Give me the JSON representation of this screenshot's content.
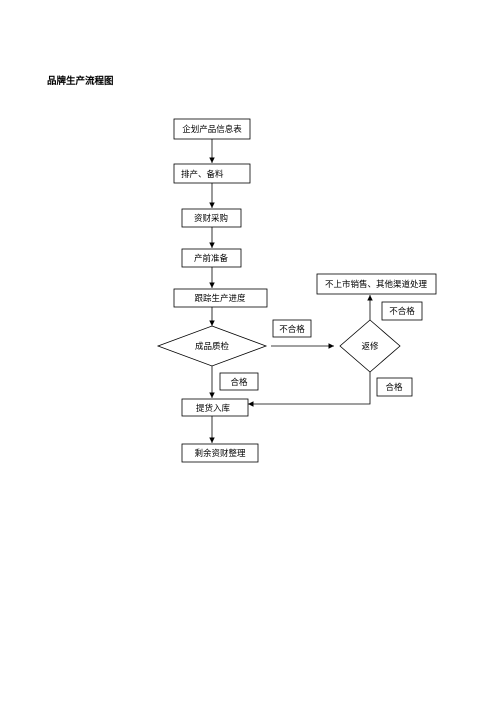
{
  "title": "品牌生产流程图",
  "nodes": {
    "plan": "企划产品信息表",
    "schedule": "排产、备料",
    "purchase": "资财采购",
    "prep": "产前准备",
    "track": "跟踪生产进度",
    "qc": "成品质检",
    "rework": "返修",
    "offline": "不上市销售、其他渠道处理",
    "warehouse": "提货入库",
    "leftover": "剩余资财整理"
  },
  "edge_labels": {
    "qc_fail": "不合格",
    "qc_pass": "合格",
    "rework_fail": "不合格",
    "rework_pass": "合格"
  }
}
